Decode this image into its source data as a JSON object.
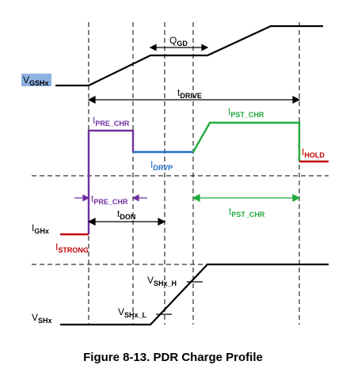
{
  "colors": {
    "ink": "#000000",
    "pre_chr": "#7030a0",
    "drvp": "#1f6fc5",
    "pst_chr": "#1faa3a",
    "strong_hold": "#c00000",
    "vgs_highlight": "#8db3e2"
  },
  "labels": {
    "qgd_main": "Q",
    "qgd_sub": "GD",
    "vgshx_main": "V",
    "vgshx_sub": "GSHx",
    "tdrive_main": "t",
    "tdrive_sub": "DRIVE",
    "ipre_main": "I",
    "ipre_sub": "PRE_CHR",
    "ipst_main": "I",
    "ipst_sub": "PST_CHR",
    "idrvp_main": "I",
    "idrvp_sub": "DRVP",
    "ihold_main": "I",
    "ihold_sub": "HOLD",
    "tpre_main": "t",
    "tpre_sub": "PRE_CHR",
    "tdon_main": "t",
    "tdon_sub": "DON",
    "tpst_main": "t",
    "tpst_sub": "PST_CHR",
    "ighx_main": "I",
    "ighx_sub": "GHx",
    "istrong_main": "I",
    "istrong_sub": "STRONG",
    "vshxh_main": "V",
    "vshxh_sub": "SHx_H",
    "vshxl_main": "V",
    "vshxl_sub": "SHx_L",
    "vshx_main": "V",
    "vshx_sub": "SHx"
  },
  "caption": "Figure 8-13. PDR Charge Profile"
}
